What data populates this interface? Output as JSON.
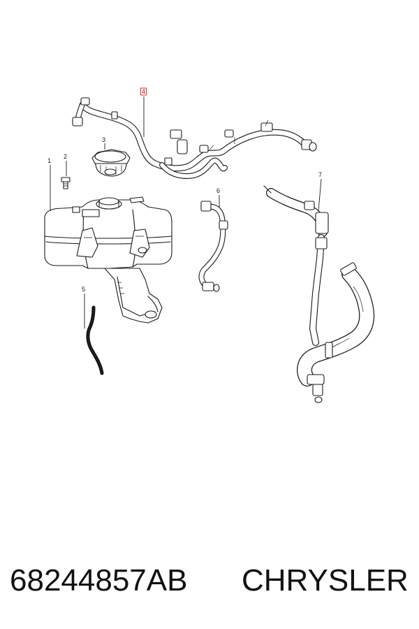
{
  "callouts": [
    {
      "id": "1",
      "label": "1",
      "highlighted": false
    },
    {
      "id": "2",
      "label": "2",
      "highlighted": false
    },
    {
      "id": "3",
      "label": "3",
      "highlighted": false
    },
    {
      "id": "4",
      "label": "4",
      "highlighted": true
    },
    {
      "id": "5",
      "label": "5",
      "highlighted": false
    },
    {
      "id": "6",
      "label": "6",
      "highlighted": false
    },
    {
      "id": "7",
      "label": "7",
      "highlighted": false
    }
  ],
  "highlight_color": "#cc0000",
  "footer": {
    "part_number": "68244857AB",
    "brand": "CHRYSLER"
  }
}
